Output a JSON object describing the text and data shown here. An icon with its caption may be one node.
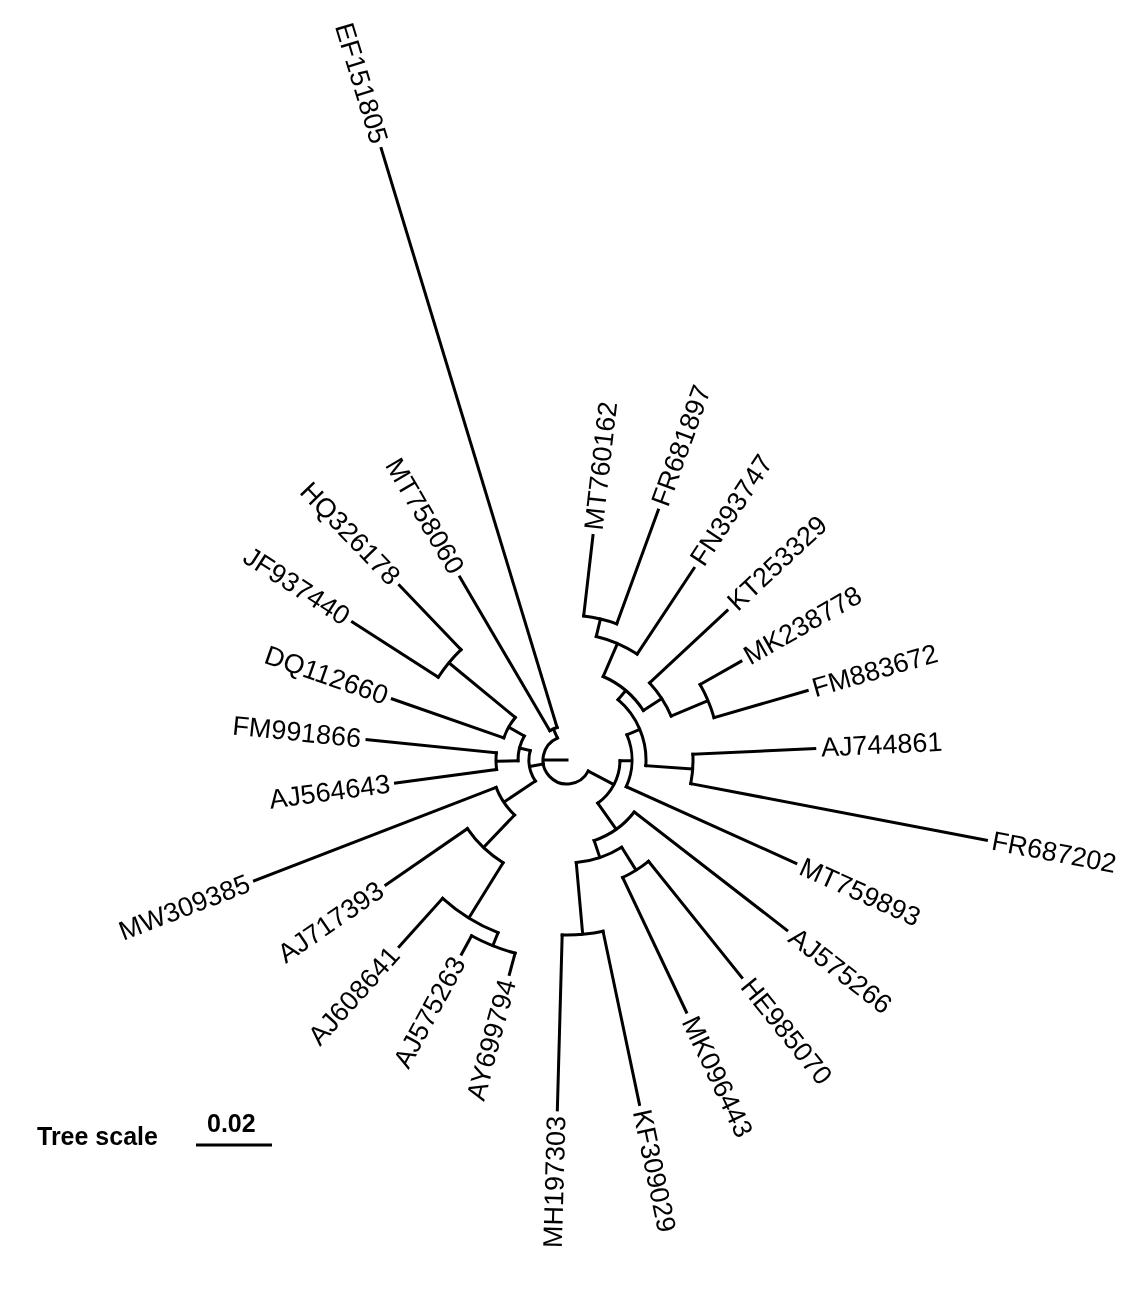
{
  "diagram": {
    "nodes": [
      {
        "text": [
          "EF151805"
        ]
      },
      {
        "text": [
          "MT760162"
        ]
      },
      {
        "text": [
          "FR681897"
        ]
      },
      {
        "text": [
          "FN393747"
        ]
      },
      {
        "text": [
          "KT253329"
        ]
      },
      {
        "text": [
          "MK238778"
        ]
      },
      {
        "text": [
          "FM883672"
        ]
      },
      {
        "text": [
          "AJ744861"
        ]
      },
      {
        "text": [
          "FR687202"
        ]
      },
      {
        "text": [
          "MT759893"
        ]
      },
      {
        "text": [
          "AJ575266"
        ]
      },
      {
        "text": [
          "HE985070"
        ]
      },
      {
        "text": [
          "MK096443"
        ]
      },
      {
        "text": [
          "KF309029"
        ]
      },
      {
        "text": [
          "MH197303"
        ]
      },
      {
        "text": [
          "AY699794"
        ]
      },
      {
        "text": [
          "AJ575263"
        ]
      },
      {
        "text": [
          "AJ608641"
        ]
      },
      {
        "text": [
          "AJ717393"
        ]
      },
      {
        "text": [
          "MW309385"
        ]
      },
      {
        "text": [
          "AJ564643"
        ]
      },
      {
        "text": [
          "FM991866"
        ]
      },
      {
        "text": [
          "DQ112660"
        ]
      },
      {
        "text": [
          "JF937440"
        ]
      },
      {
        "text": [
          "HQ326178"
        ]
      },
      {
        "text": [
          "MT758060"
        ]
      }
    ],
    "edges": [
      {
        "from": null,
        "to": 0,
        "arrow": "none"
      },
      {
        "from": null,
        "to": 1,
        "arrow": "none"
      },
      {
        "from": null,
        "to": 2,
        "arrow": "none"
      },
      {
        "from": null,
        "to": 3,
        "arrow": "none"
      },
      {
        "from": null,
        "to": 4,
        "arrow": "none"
      },
      {
        "from": null,
        "to": 5,
        "arrow": "none"
      },
      {
        "from": null,
        "to": 6,
        "arrow": "none"
      },
      {
        "from": null,
        "to": 7,
        "arrow": "none"
      },
      {
        "from": null,
        "to": 8,
        "arrow": "none"
      },
      {
        "from": null,
        "to": 9,
        "arrow": "none"
      },
      {
        "from": null,
        "to": 10,
        "arrow": "none"
      },
      {
        "from": null,
        "to": 11,
        "arrow": "none"
      },
      {
        "from": null,
        "to": 12,
        "arrow": "none"
      },
      {
        "from": null,
        "to": 13,
        "arrow": "none"
      },
      {
        "from": null,
        "to": 14,
        "arrow": "none"
      },
      {
        "from": null,
        "to": 15,
        "arrow": "none"
      },
      {
        "from": null,
        "to": 16,
        "arrow": "none"
      },
      {
        "from": null,
        "to": 17,
        "arrow": "none"
      },
      {
        "from": null,
        "to": 18,
        "arrow": "none"
      },
      {
        "from": null,
        "to": 19,
        "arrow": "none"
      },
      {
        "from": null,
        "to": 20,
        "arrow": "none"
      },
      {
        "from": null,
        "to": 21,
        "arrow": "none"
      },
      {
        "from": null,
        "to": 22,
        "arrow": "none"
      },
      {
        "from": null,
        "to": 23,
        "arrow": "none"
      },
      {
        "from": null,
        "to": 24,
        "arrow": "none"
      },
      {
        "from": null,
        "to": 25,
        "arrow": "none"
      }
    ],
    "labels": [
      "Tree scale",
      "0.02"
    ]
  }
}
